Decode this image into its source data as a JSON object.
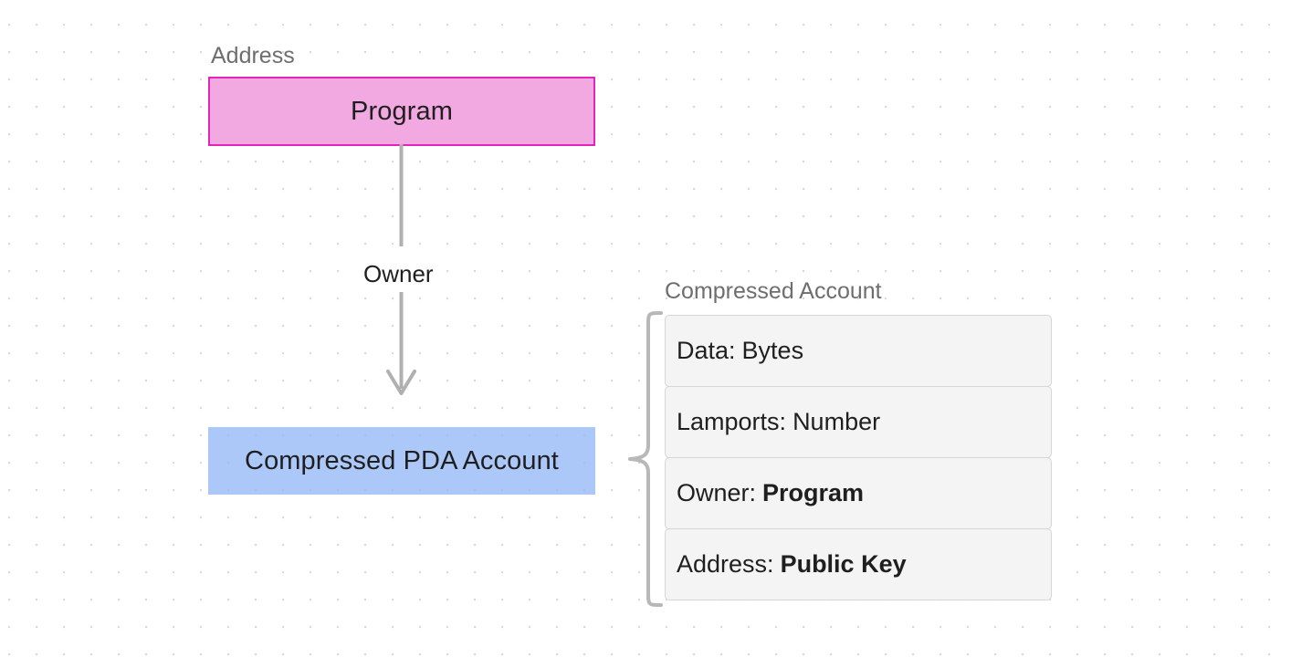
{
  "diagram": {
    "title": "Compressed PDA Account",
    "nodes": {
      "program": {
        "label": "Program",
        "caption": "Address",
        "fill": "#f2a8e0",
        "stroke": "#e324bb"
      },
      "compressed_pda_account": {
        "label": "Compressed PDA Account",
        "fill": "#97baf7"
      }
    },
    "edges": [
      {
        "label": "Owner",
        "from": "program",
        "to": "compressed_pda_account",
        "color": "#b0b0b0"
      }
    ],
    "group": {
      "caption": "Compressed Account",
      "brace_color": "#b8b8b8",
      "fields": [
        {
          "key": "Data:",
          "value": "Bytes",
          "bold": false
        },
        {
          "key": "Lamports:",
          "value": "Number",
          "bold": false
        },
        {
          "key": "Owner:",
          "value": "Program",
          "bold": true
        },
        {
          "key": "Address:",
          "value": "Public Key",
          "bold": true
        }
      ]
    },
    "background": {
      "color": "#ffffff",
      "dot_color": "#d9d6dc",
      "grid_spacing": 30
    }
  }
}
